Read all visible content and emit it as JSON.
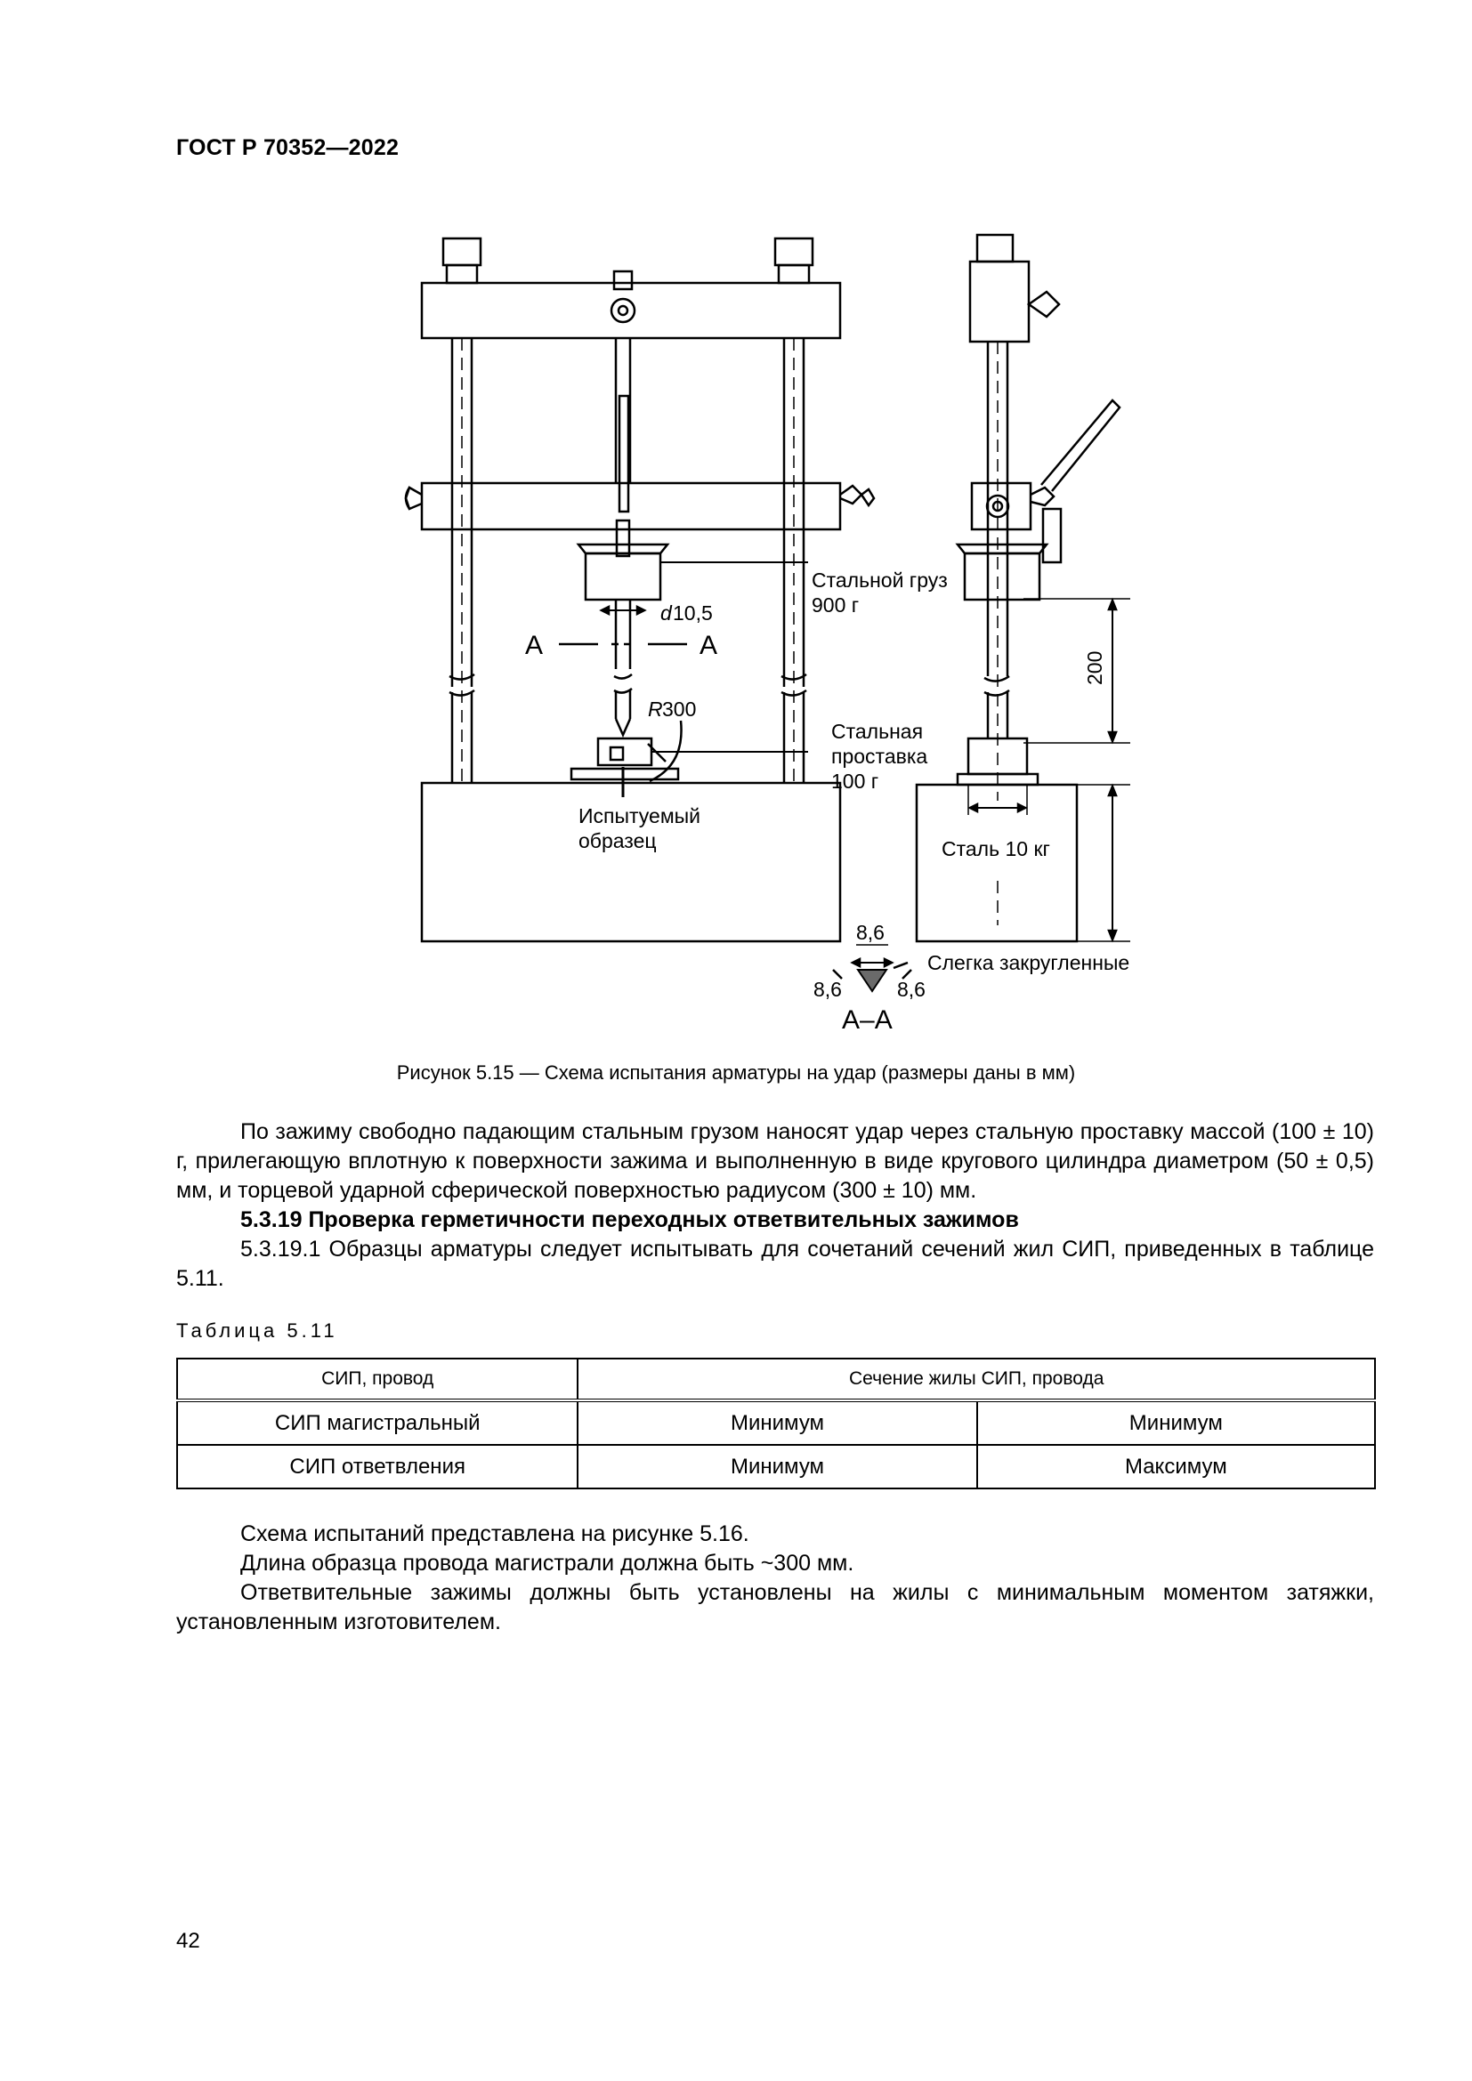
{
  "header": {
    "standard": "ГОСТ Р 70352—2022"
  },
  "figure": {
    "labels": {
      "steel_weight": "Стальной груз",
      "steel_weight_mass": "900 г",
      "diameter_d": "d",
      "diameter_value": "10,5",
      "section_left": "A",
      "section_right": "A",
      "radius_r": "R",
      "radius_value": "300",
      "spacer_line1": "Стальная",
      "spacer_line2": "проставка",
      "spacer_mass": "100 г",
      "specimen_line1": "Испытуемый",
      "specimen_line2": "образец",
      "height_dim": "200",
      "base_mass": "Сталь 10 кг",
      "tri_top": "8,6",
      "tri_left": "8,6",
      "tri_right": "8,6",
      "rounded_note": "Слегка закругленные",
      "section_name": "А–А"
    },
    "caption": "Рисунок 5.15 — Схема испытания арматуры на удар (размеры даны в мм)"
  },
  "body": {
    "para1": "По зажиму свободно падающим стальным грузом наносят удар через стальную проставку массой (100 ± 10) г, прилегающую вплотную к поверхности зажима и выполненную в виде кругового цилиндра диаметром (50 ± 0,5) мм, и торцевой ударной сферической поверхностью радиусом (300 ± 10) мм.",
    "heading": "5.3.19 Проверка герметичности переходных ответвительных зажимов",
    "para2": "5.3.19.1 Образцы арматуры следует испытывать для сочетаний сечений жил СИП, приведенных в таблице 5.11."
  },
  "table": {
    "label": "Таблица 5.11",
    "headers": [
      "СИП, провод",
      "Сечение жилы СИП, провода"
    ],
    "rows": [
      [
        "СИП магистральный",
        "Минимум",
        "Минимум"
      ],
      [
        "СИП ответвления",
        "Минимум",
        "Максимум"
      ]
    ]
  },
  "after_table": {
    "line1": "Схема испытаний представлена на рисунке 5.16.",
    "line2": "Длина образца провода магистрали должна быть ~300 мм.",
    "line3": "Ответвительные зажимы должны быть установлены на жилы с минимальным моментом затяжки, установленным изготовителем."
  },
  "page_number": "42"
}
